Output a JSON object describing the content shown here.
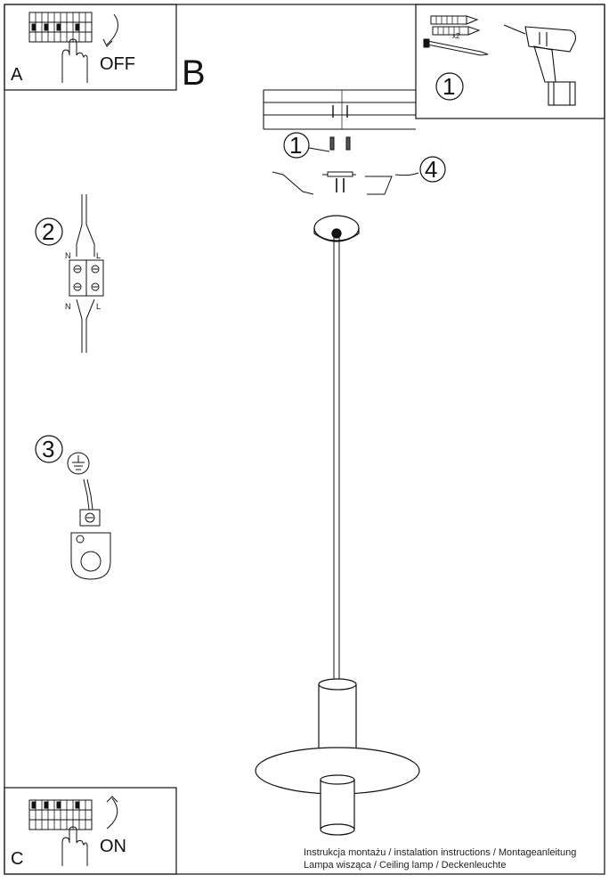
{
  "panels": {
    "a": {
      "letter": "A",
      "switch_label": "OFF"
    },
    "b": {
      "letter": "B"
    },
    "c": {
      "letter": "C",
      "switch_label": "ON"
    }
  },
  "steps": {
    "one_top": "1",
    "one_ceiling": "1",
    "two": "2",
    "three": "3",
    "four": "4"
  },
  "hardware": {
    "quantity": "x2"
  },
  "terminal": {
    "neutral_top": "N",
    "live_top": "L",
    "neutral_bottom": "N",
    "live_bottom": "L"
  },
  "footer": {
    "line1": "Instrukcja montażu / instalation instructions / Montageanleitung",
    "line2": "Lampa wisząca / Ceiling lamp / Deckenleuchte"
  }
}
